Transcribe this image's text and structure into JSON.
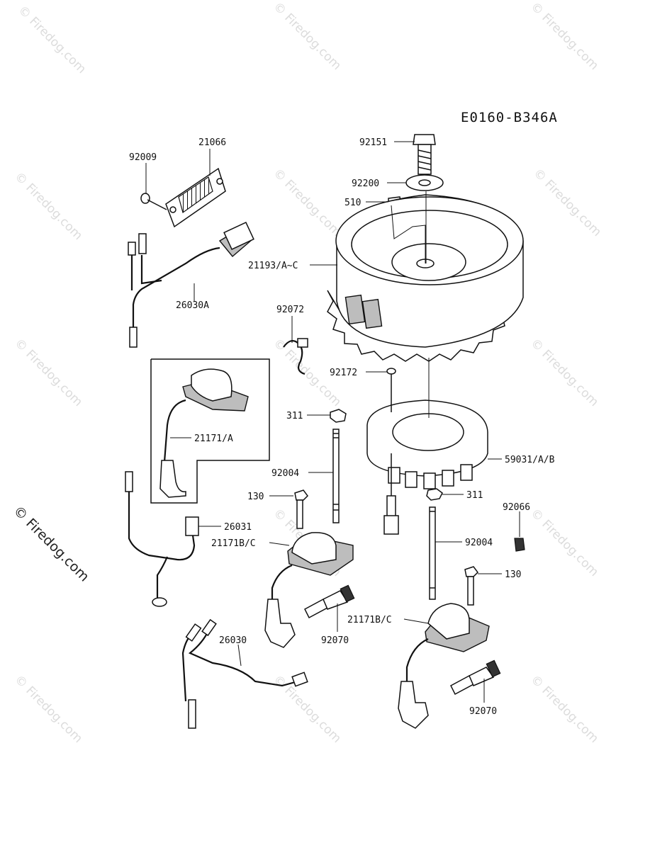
{
  "diagram_code": "E0160-B346A",
  "watermark": "© Firedog.com",
  "watermark_side": "© Firedog.com",
  "parts": {
    "p92151": "92151",
    "p92200": "92200",
    "p510": "510",
    "p21066": "21066",
    "p92009": "92009",
    "p21193": "21193/A~C",
    "p26030A": "26030A",
    "p92072": "92072",
    "p92172": "92172",
    "p311_top": "311",
    "p21171A": "21171/A",
    "p59031": "59031/A/B",
    "p92004_left": "92004",
    "p130_left": "130",
    "p311_right": "311",
    "p92066": "92066",
    "p26031": "26031",
    "p21171BC_left": "21171B/C",
    "p92004_right": "92004",
    "p130_right": "130",
    "p21171BC_right": "21171B/C",
    "p92070_left": "92070",
    "p26030": "26030",
    "p92070_right": "92070"
  }
}
